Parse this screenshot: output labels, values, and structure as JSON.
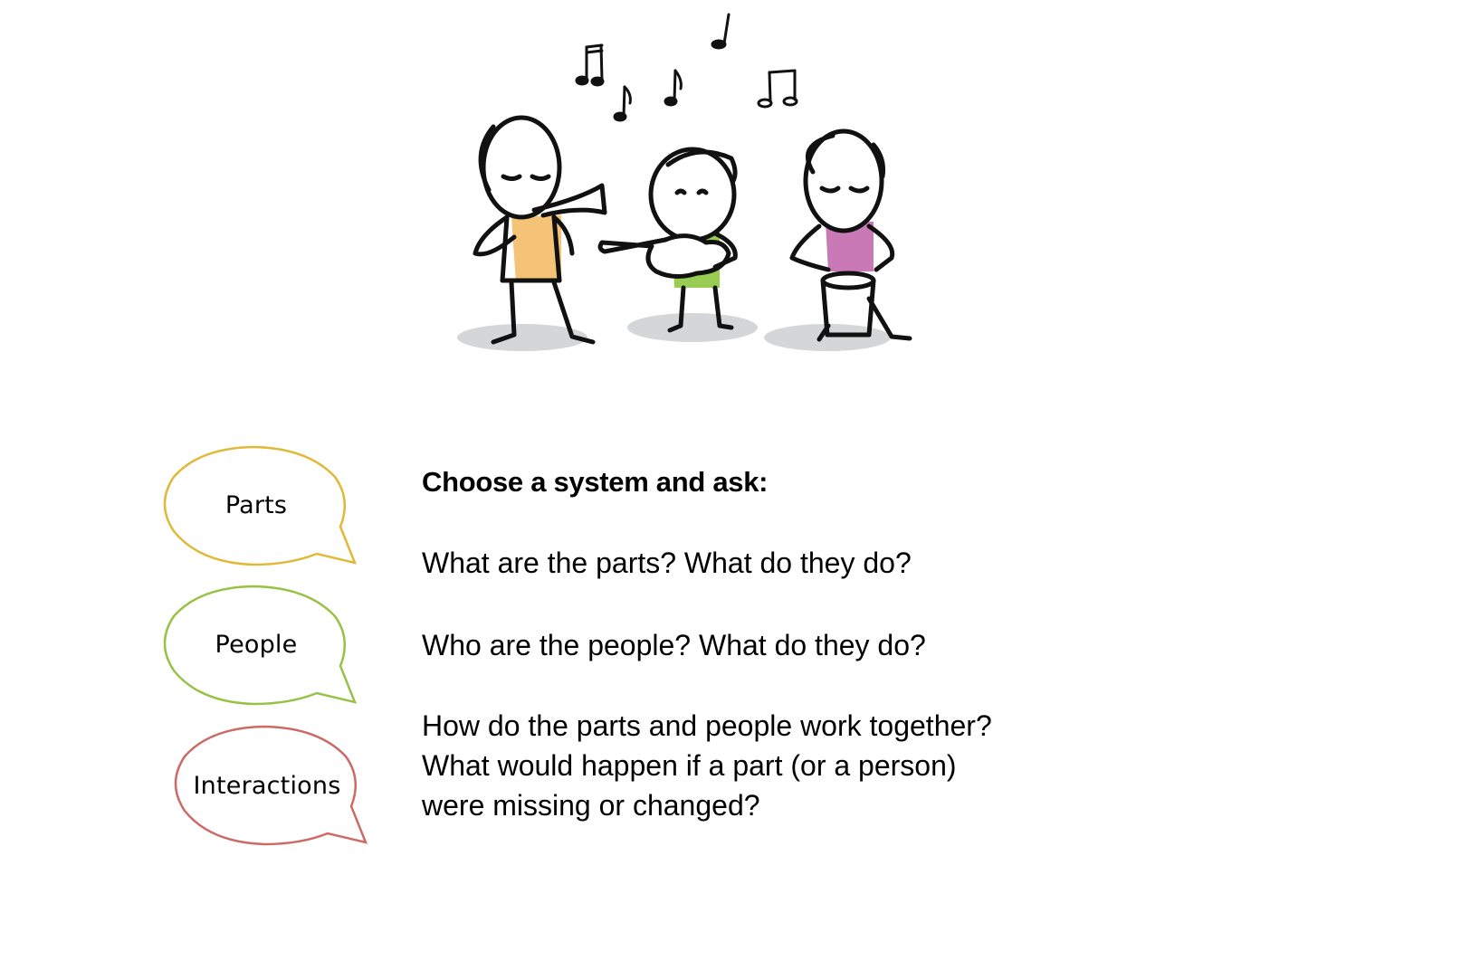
{
  "illustration": {
    "description": "Three stick-figure musicians with music notes",
    "figures": [
      {
        "instrument": "trumpet",
        "shirt_color": "#f2b95e"
      },
      {
        "instrument": "guitar",
        "shirt_color": "#8dc63f"
      },
      {
        "instrument": "drum",
        "shirt_color": "#c061a8"
      }
    ],
    "shadow_color": "#d5d6d8"
  },
  "bubbles": [
    {
      "label": "Parts",
      "color": "#e0b938"
    },
    {
      "label": "People",
      "color": "#99c145"
    },
    {
      "label": "Interactions",
      "color": "#cc6a66"
    }
  ],
  "content": {
    "heading": "Choose a system and ask:",
    "questions": [
      {
        "lines": [
          "What are the parts? What do they do?"
        ]
      },
      {
        "lines": [
          "Who are the people? What do they do?"
        ]
      },
      {
        "lines": [
          "How do the parts and people work together?",
          "What would happen if a part (or a person)",
          "were missing or changed?"
        ]
      }
    ]
  }
}
